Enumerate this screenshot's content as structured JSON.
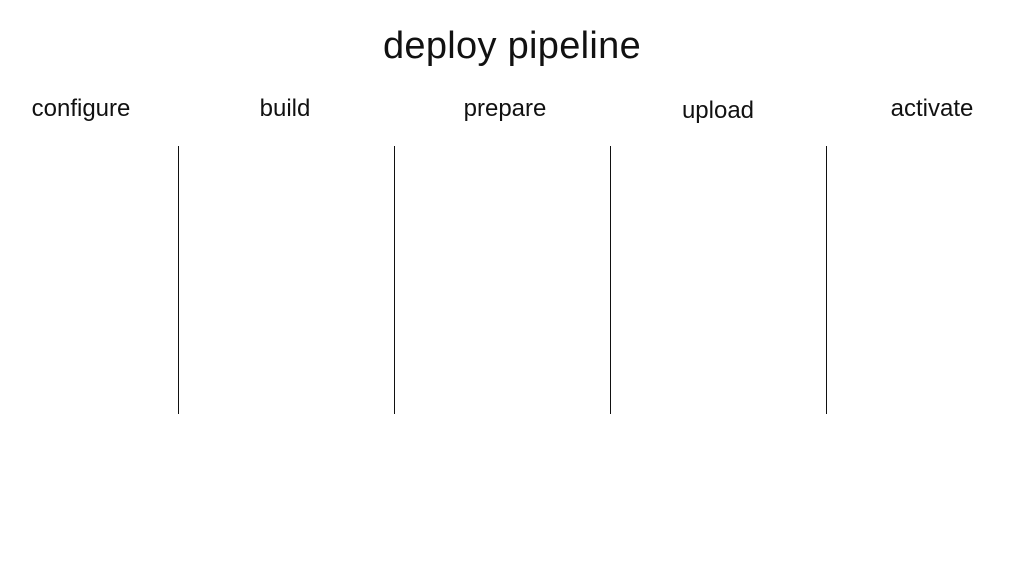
{
  "diagram": {
    "title": "deploy pipeline",
    "stages": [
      "configure",
      "build",
      "prepare",
      "upload",
      "activate"
    ]
  },
  "colors": {
    "background": "#ffffff",
    "text": "#111111",
    "lines": "#111111"
  }
}
